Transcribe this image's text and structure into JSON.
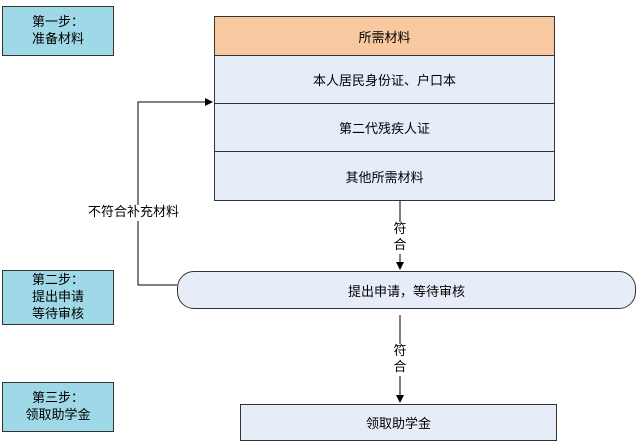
{
  "steps": [
    {
      "line1": "第一步：",
      "line2": "准备材料",
      "line3": ""
    },
    {
      "line1": "第二步：",
      "line2": "提出申请",
      "line3": "等待审核"
    },
    {
      "line1": "第三步：",
      "line2": "领取助学金",
      "line3": ""
    }
  ],
  "materials": {
    "header": "所需材料",
    "items": [
      "本人居民身份证、户口本",
      "第二代残疾人证",
      "其他所需材料"
    ]
  },
  "apply_box": "提出申请，等待审核",
  "receive_box": "领取助学金",
  "labels": {
    "pass1": "符合",
    "pass2": "符合",
    "fail": "不符合补充材料"
  },
  "colors": {
    "step_fill": "#9fd8e6",
    "header_fill": "#f8c8a0",
    "box_fill": "#e6edf8",
    "stroke": "#333333"
  }
}
